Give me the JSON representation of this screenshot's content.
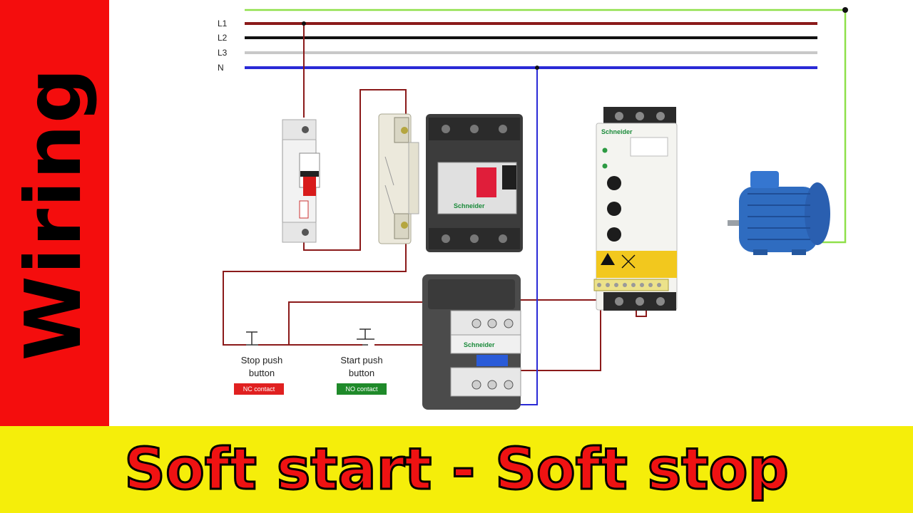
{
  "banner": {
    "side_title": "Wiring",
    "bottom_title": "Soft start - Soft stop"
  },
  "lines": [
    {
      "label": "L1",
      "color": "#8b1a1a"
    },
    {
      "label": "L2",
      "color": "#111111"
    },
    {
      "label": "L3",
      "color": "#c8c8c8"
    },
    {
      "label": "N",
      "color": "#2a2ad6"
    }
  ],
  "earth_color": "#8fe04a",
  "devices": {
    "mcb": {
      "icon": "circuit-breaker-icon"
    },
    "aux_contact": {
      "icon": "auxiliary-contact-icon"
    },
    "motor_breaker": {
      "icon": "motor-circuit-breaker-icon",
      "brand": "Schneider"
    },
    "contactor": {
      "icon": "contactor-icon",
      "brand": "Schneider"
    },
    "soft_starter": {
      "icon": "soft-starter-icon",
      "brand": "Schneider"
    },
    "motor": {
      "icon": "electric-motor-icon"
    }
  },
  "buttons": {
    "stop": {
      "line1": "Stop push",
      "line2": "button",
      "tag": "NC contact",
      "tag_color": "#e02020"
    },
    "start": {
      "line1": "Start push",
      "line2": "button",
      "tag": "NO contact",
      "tag_color": "#1f8a2a"
    }
  },
  "colors": {
    "control_wire": "#8b1a1a",
    "schneider_green": "#1a8a3a"
  }
}
